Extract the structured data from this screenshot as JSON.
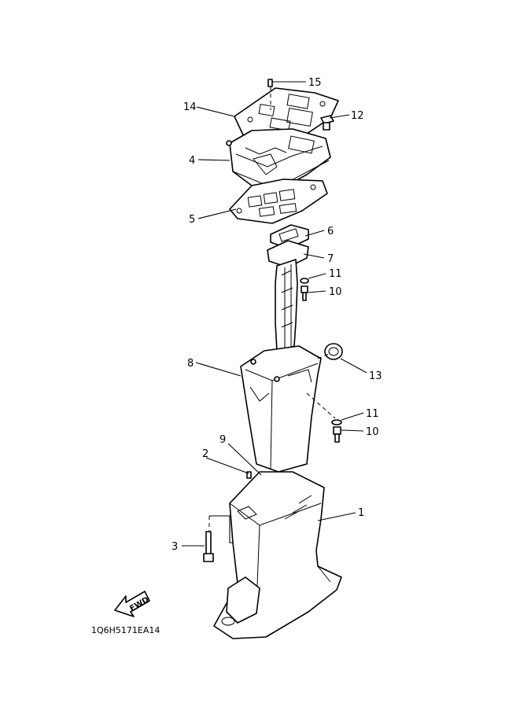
{
  "diagram": {
    "part_code": "1Q6H5171EA14",
    "fwd_label": "FWD",
    "callouts": {
      "c1": "1",
      "c2": "2",
      "c3": "3",
      "c4": "4",
      "c5": "5",
      "c6": "6",
      "c7": "7",
      "c8": "8",
      "c9": "9",
      "c10a": "10",
      "c10b": "10",
      "c11a": "11",
      "c11b": "11",
      "c12": "12",
      "c13": "13",
      "c14": "14",
      "c15": "15"
    }
  }
}
